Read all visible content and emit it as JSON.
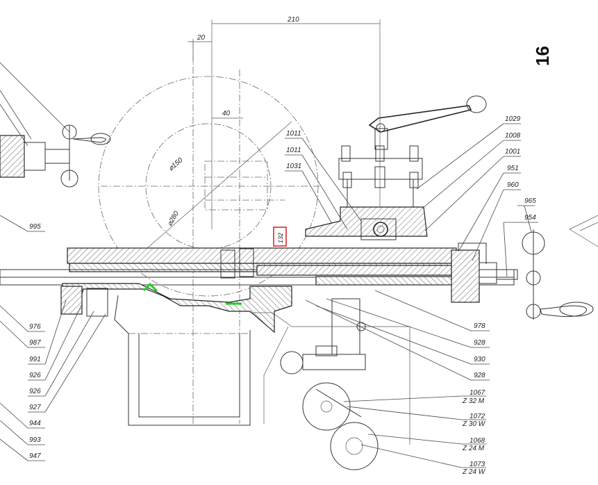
{
  "page_number": "16",
  "dimensions": {
    "overall_width": "210",
    "offset": "20",
    "small_width": "40",
    "diameter_small": "⌀150",
    "diameter_large": "⌀280",
    "highlighted_height": "132"
  },
  "top_callouts": [
    {
      "id": "1029"
    },
    {
      "id": "1008"
    },
    {
      "id": "1001"
    },
    {
      "id": "951"
    },
    {
      "id": "960"
    },
    {
      "id": "965"
    },
    {
      "id": "954"
    }
  ],
  "center_callouts": [
    {
      "id": "1011"
    },
    {
      "id": "1011"
    },
    {
      "id": "1031"
    }
  ],
  "left_callouts": [
    {
      "id": "995"
    },
    {
      "id": "976"
    },
    {
      "id": "987"
    },
    {
      "id": "991"
    },
    {
      "id": "926"
    },
    {
      "id": "926"
    },
    {
      "id": "927"
    },
    {
      "id": "944"
    },
    {
      "id": "993"
    },
    {
      "id": "947"
    }
  ],
  "right_callouts": [
    {
      "id": "978"
    },
    {
      "id": "928"
    },
    {
      "id": "930"
    },
    {
      "id": "928"
    }
  ],
  "gear_callouts": [
    {
      "id": "1067",
      "spec": "Z 32 M"
    },
    {
      "id": "1072",
      "spec": "Z 30 W"
    },
    {
      "id": "1068",
      "spec": "Z 24 M"
    },
    {
      "id": "1073",
      "spec": "Z 24 W"
    }
  ],
  "colors": {
    "highlight_box": "#d31e1e",
    "highlight_marks": "#22cc22",
    "line": "#222222"
  }
}
